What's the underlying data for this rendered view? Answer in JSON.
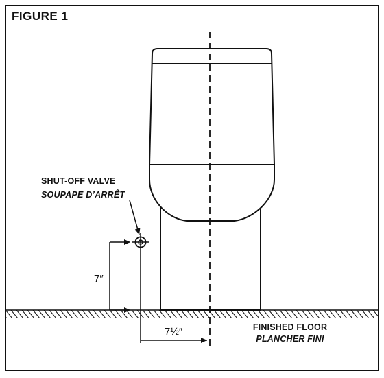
{
  "figure": {
    "title": "FIGURE 1",
    "valve_label_en": "SHUT-OFF VALVE",
    "valve_label_fr": "SOUPAPE D’ARRÊT",
    "floor_label_en": "FINISHED FLOOR",
    "floor_label_fr": "PLANCHER FINI",
    "height_dimension": "7″",
    "offset_dimension": "7½″"
  },
  "colors": {
    "line": "#111111",
    "background": "#ffffff"
  }
}
